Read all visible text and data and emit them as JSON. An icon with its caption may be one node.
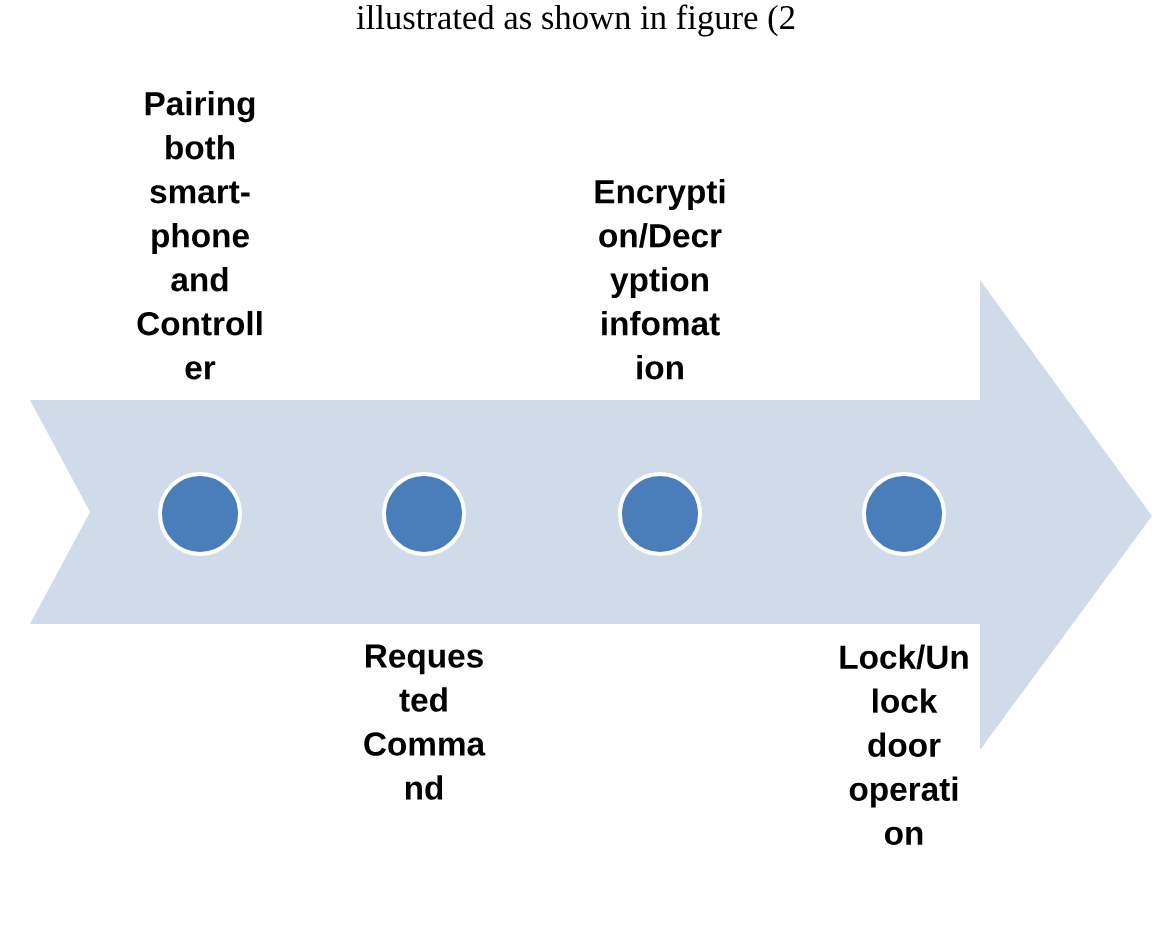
{
  "diagram": {
    "nodes": [
      {
        "text": [],
        "shape": "arrow"
      },
      {
        "text": [],
        "shape": "circle",
        "in": 0,
        "beside": [
          "Pairing both smart- phone and Controll er"
        ]
      },
      {
        "text": [],
        "shape": "circle",
        "in": 0,
        "beside": [
          "Reques ted Comma nd"
        ]
      },
      {
        "text": [],
        "shape": "circle",
        "in": 0,
        "beside": [
          "Encrypti on/Decr yption infomat ion"
        ]
      },
      {
        "text": [],
        "shape": "circle",
        "in": 0,
        "beside": [
          "Lock/Un lock door operati on"
        ]
      }
    ],
    "edges": [],
    "labels": [
      "illustrated as shown in figure (2"
    ]
  }
}
